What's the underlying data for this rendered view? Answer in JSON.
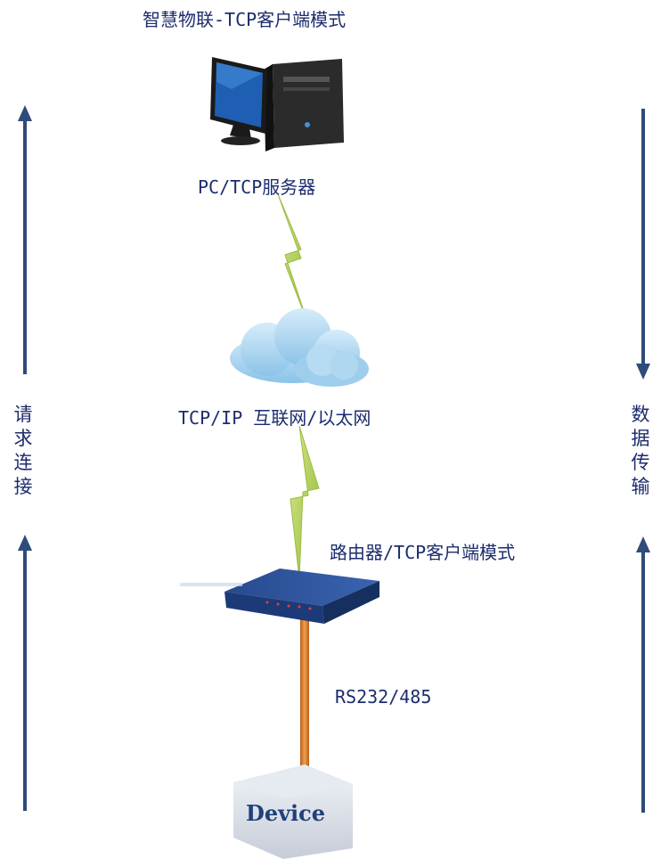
{
  "title": "智慧物联-TCP客户端模式",
  "nodes": {
    "pc": {
      "label": "PC/TCP服务器",
      "icon": "desktop-computer-icon"
    },
    "internet": {
      "label": "TCP/IP 互联网/以太网",
      "icon": "cloud-icon"
    },
    "router": {
      "label": "路由器/TCP客户端模式",
      "icon": "router-icon"
    },
    "device": {
      "label": "Device",
      "icon": "device-box-icon"
    }
  },
  "links": {
    "serial": {
      "label": "RS232/485"
    },
    "wireless": {
      "icon": "lightning-bolt-icon"
    }
  },
  "side_labels": {
    "left": "请求连接",
    "right": "数据传输"
  },
  "arrows": {
    "left": "up",
    "right_top": "down",
    "right_bottom": "up"
  },
  "colors": {
    "text": "#1c2c6e",
    "arrow": "#2f4b7c",
    "bolt": "#a8c84a",
    "cable": "#d47a2a",
    "cloud": "#a9d3ef",
    "router": "#2c4f96"
  }
}
